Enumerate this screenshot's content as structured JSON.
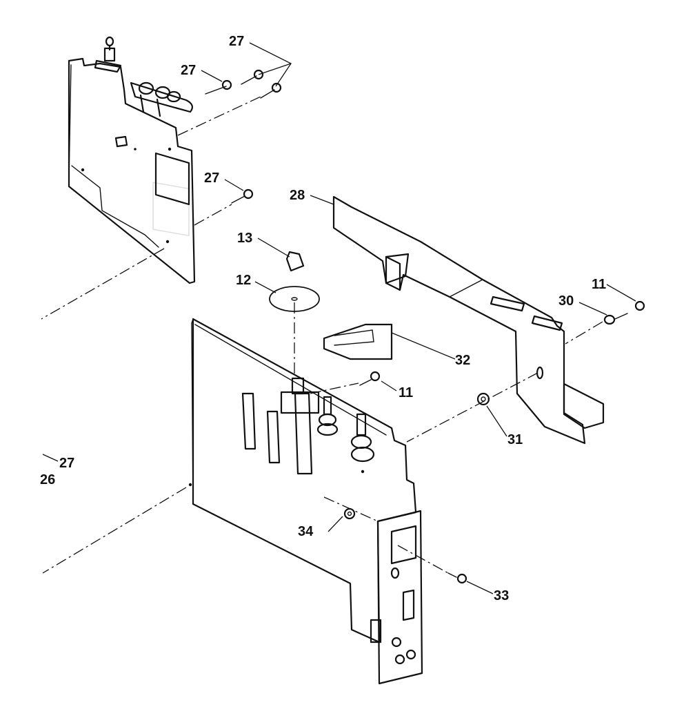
{
  "diagram": {
    "callouts": {
      "c27_top": "27",
      "c27_a": "27",
      "c27_b": "27",
      "c27_left": "27",
      "c26_left": "26",
      "c28": "28",
      "c13": "13",
      "c12": "12",
      "c11_right": "11",
      "c30": "30",
      "c32": "32",
      "c11_mid": "11",
      "c31": "31",
      "c34": "34",
      "c33": "33"
    }
  }
}
